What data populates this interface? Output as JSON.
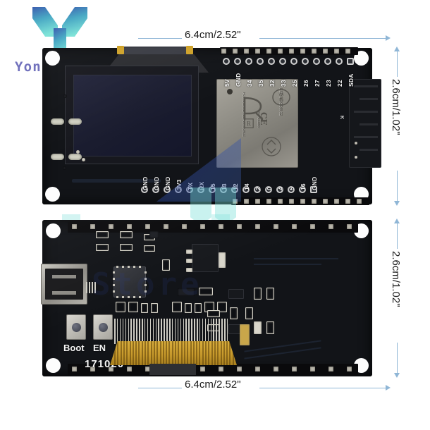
{
  "watermark": {
    "brand_text": "Yon's Store",
    "logo_icon": "y-logo-icon",
    "big_text": "Store",
    "brand_color": "#5f5fb4",
    "logo_gradient_from": "#3d5fb0",
    "logo_gradient_to": "#7fe3d8"
  },
  "dimensions": {
    "top_width": "6.4cm/2.52\"",
    "top_height": "2.6cm/1.02\"",
    "bottom_width": "6.4cm/2.52\"",
    "bottom_height": "2.6cm/1.02\"",
    "line_color": "#8fb6d6"
  },
  "top_board": {
    "module_labels": {
      "part_number": "ESP-WROOM-32",
      "fcc_id": "FCC ID:2ACZ4-ESPWROOM32",
      "cert_number": "211-161007",
      "ce_mark": "CE",
      "wifi_mark": "WiFi",
      "antenna_mark": "K"
    },
    "top_pins": [
      "5V",
      "GND",
      "34",
      "35",
      "32",
      "33",
      "25",
      "26",
      "27",
      "23",
      "22",
      "SDA"
    ],
    "bottom_pins": [
      "GND",
      "GND",
      "GND",
      "3V3",
      "TX",
      "RX",
      "15",
      "13",
      "12",
      "14",
      "2",
      "0",
      "4",
      "5",
      "16",
      "GND"
    ]
  },
  "bottom_board": {
    "silkscreen": {
      "boot_label": "Boot",
      "en_label": "EN",
      "date_code": "171020"
    },
    "components": {
      "usb": "micro-usb-connector",
      "usb_bridge": "cp2102-usb-uart-chip",
      "regulator": "ldo-regulator",
      "boot_button": "boot-push-button",
      "en_button": "en-reset-button",
      "oled_flex": "oled-flex-connector"
    }
  },
  "colors": {
    "pcb": "#121418",
    "oled_glass": "#1b1d30",
    "gold": "#c9a64a",
    "shield": "#9a978f",
    "silkscreen": "#f2f2f2",
    "background": "#ffffff"
  }
}
